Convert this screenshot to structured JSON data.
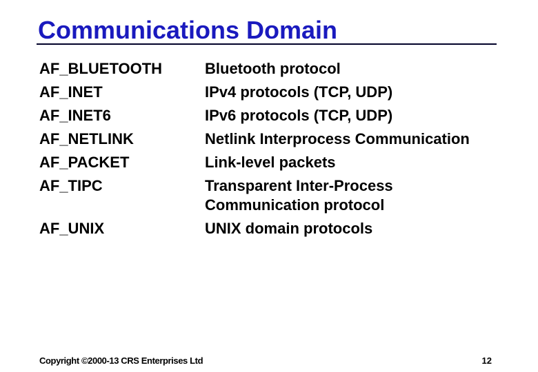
{
  "slide": {
    "title": "Communications Domain",
    "rows": [
      {
        "domain": "AF_BLUETOOTH",
        "description": "Bluetooth protocol"
      },
      {
        "domain": "AF_INET",
        "description": "IPv4 protocols (TCP, UDP)"
      },
      {
        "domain": "AF_INET6",
        "description": "IPv6 protocols (TCP, UDP)"
      },
      {
        "domain": "AF_NETLINK",
        "description": "Netlink Interprocess Communication"
      },
      {
        "domain": "AF_PACKET",
        "description": "Link-level packets"
      },
      {
        "domain": "AF_TIPC",
        "description": "Transparent Inter-Process\nCommunication protocol"
      },
      {
        "domain": "AF_UNIX",
        "description": "UNIX domain protocols"
      }
    ],
    "footer": {
      "copyright": "Copyright ©2000-13 CRS Enterprises Ltd",
      "page_number": "12"
    },
    "colors": {
      "title": "#1a1abe",
      "underline": "#000028",
      "body": "#000000",
      "background": "#ffffff"
    }
  }
}
